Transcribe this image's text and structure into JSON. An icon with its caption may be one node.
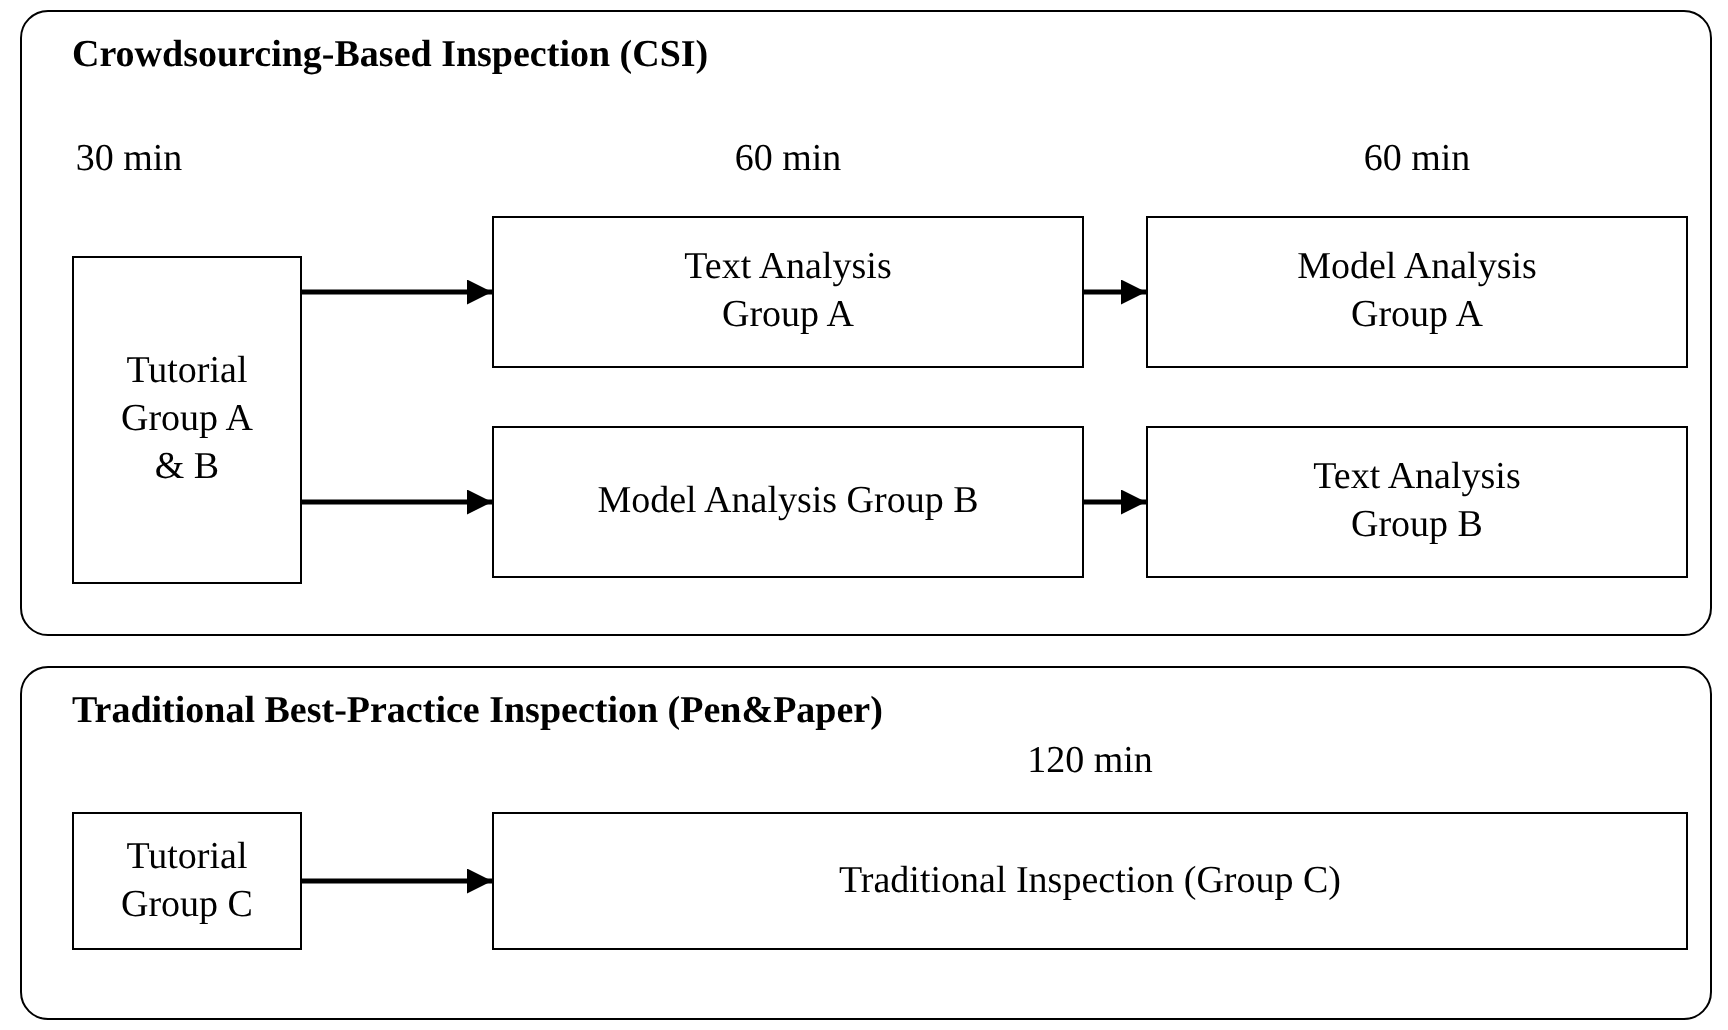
{
  "diagram": {
    "nodes": [
      {
        "text": [
          "Crowdsourcing-Based Inspection (CSI)"
        ]
      },
      {
        "text": [
          "Tutorial Group A & B"
        ],
        "in": 0,
        "beside": [
          "30 min"
        ]
      },
      {
        "text": [
          "Text Analysis Group A"
        ],
        "in": 0,
        "beside": [
          "60 min"
        ]
      },
      {
        "text": [
          "Model Analysis Group A"
        ],
        "in": 0,
        "beside": [
          "60 min"
        ]
      },
      {
        "text": [
          "Model Analysis Group B"
        ],
        "in": 0
      },
      {
        "text": [
          "Text Analysis Group B"
        ],
        "in": 0
      },
      {
        "text": [
          "Traditional Best-Practice Inspection (Pen&Paper)"
        ]
      },
      {
        "text": [
          "Tutorial Group C"
        ],
        "in": 6
      },
      {
        "text": [
          "Traditional Inspection (Group C)"
        ],
        "in": 6,
        "beside": [
          "120 min"
        ]
      }
    ],
    "edges": [
      {
        "from": 1,
        "to": 2,
        "arrow": "to"
      },
      {
        "from": 2,
        "to": 3,
        "arrow": "to"
      },
      {
        "from": 1,
        "to": 4,
        "arrow": "to"
      },
      {
        "from": 4,
        "to": 5,
        "arrow": "to"
      },
      {
        "from": 7,
        "to": 8,
        "arrow": "to"
      }
    ]
  }
}
